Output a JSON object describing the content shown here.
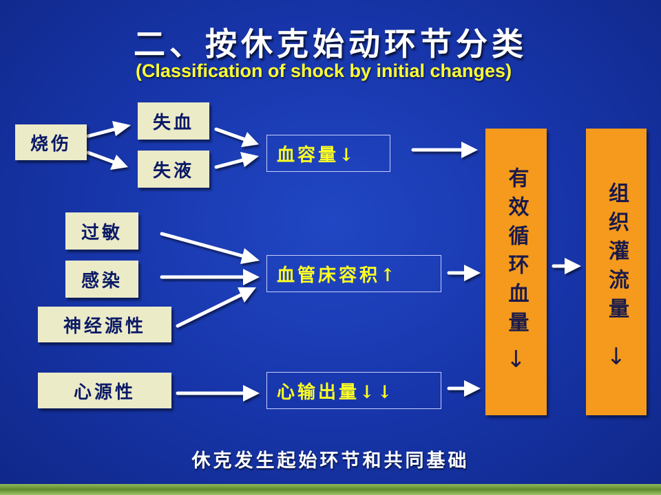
{
  "title": "二、按休克始动环节分类",
  "subtitle": "(Classification of shock by initial changes)",
  "causes": {
    "burn": "烧伤",
    "blood_loss": "失血",
    "fluid_loss": "失液",
    "allergy": "过敏",
    "infection": "感染",
    "neurogenic": "神经源性",
    "cardiogenic": "心源性"
  },
  "effects": {
    "blood_volume": "血容量↓",
    "vascular_bed": "血管床容积↑",
    "cardiac_output": "心输出量↓↓"
  },
  "ecbv": {
    "text": "有效循环血量",
    "arrow": "↓"
  },
  "perfusion": {
    "text": "组织灌流量",
    "arrow": "↓"
  },
  "footer": "休克发生起始环节和共同基础",
  "colors": {
    "background": "#1837ad",
    "title": "#ffffff",
    "subtitle": "#ffff33",
    "cause_box": "#ecebc8",
    "effect_text": "#ffff22",
    "column": "#f59a1c",
    "arrow": "#ffffff"
  }
}
